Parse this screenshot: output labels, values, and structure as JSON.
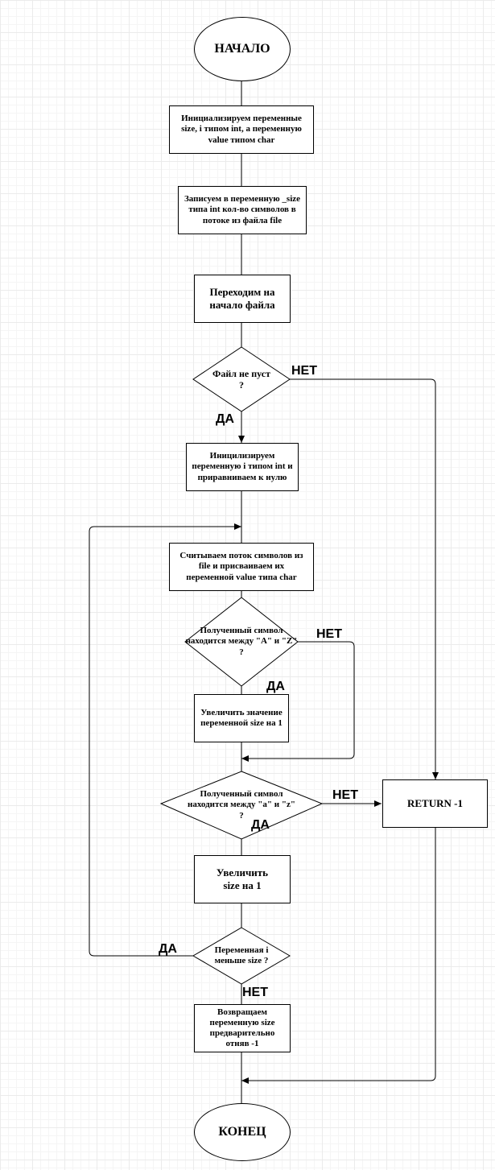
{
  "diagram": {
    "start": "НАЧАЛО",
    "init_vars": "Инициализируем переменные size, i типом int, а переменную value типом char",
    "write_size": "Записуем в переменную _size типа int кол-во символов в потоке из файла file",
    "goto_start": "Переходим на начало файла",
    "check_empty": "Файл не пуст ?",
    "init_i": "Иницилизируем переменную i типом int и приравниваем к нулю",
    "read_stream": "Считываем поток символов из file и присваиваем их переменной value типа char",
    "check_upper": "Полученный символ находится между \"A\" и \"Z\" ?",
    "inc_size_upper": "Увеличить значение переменной size на 1",
    "check_lower": "Полученный символ находится между \"a\" и \"z\" ?",
    "inc_size_lower": "Увеличить size  на 1",
    "check_loop": "Переменная i меньше size ?",
    "return_size": "Возвращаем переменную size предварительно отняв -1",
    "return_minus_one": "RETURN -1",
    "end": "КОНЕЦ"
  },
  "labels": {
    "empty_no": "НЕТ",
    "empty_yes": "ДА",
    "upper_no": "НЕТ",
    "upper_yes": "ДА",
    "lower_no": "НЕТ",
    "lower_yes": "ДА",
    "loop_yes": "ДА",
    "loop_no": "НЕТ"
  },
  "colors": {
    "stroke": "#000000",
    "fill": "#ffffff",
    "grid": "#ebebeb"
  }
}
